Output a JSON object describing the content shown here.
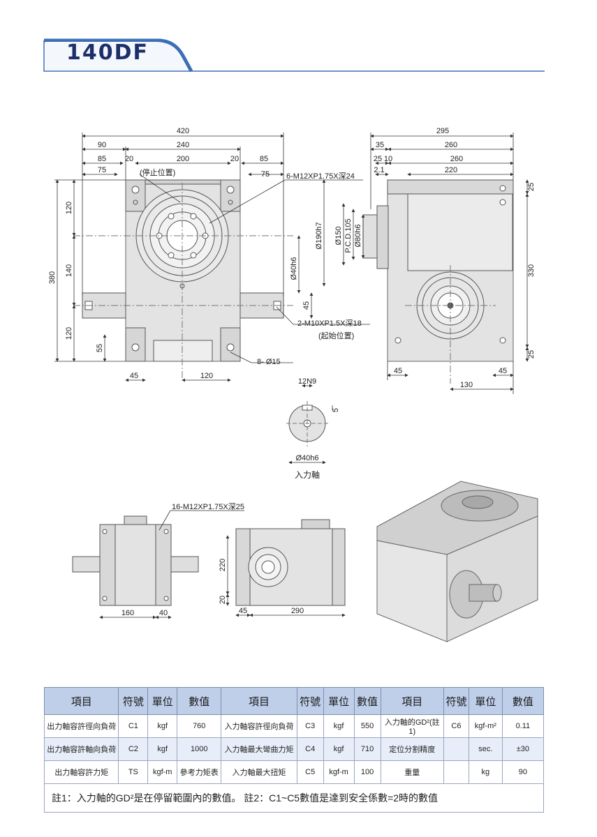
{
  "header": {
    "model": "140DF"
  },
  "drawing": {
    "front": {
      "dims_top": [
        "420",
        "90",
        "240",
        "85",
        "20",
        "200",
        "20",
        "85",
        "75",
        "75"
      ],
      "stop_position": "(停止位置)",
      "tap_top": "6-M12XP1.75X深24",
      "dims_left": [
        "380",
        "120",
        "140",
        "120",
        "55"
      ],
      "shaft_dia": "Ø40h6",
      "dim_45_v": "45",
      "tap_side": "2-M10XP1.5X深18",
      "start_position": "(起始位置)",
      "holes": "8- Ø15",
      "dims_bottom": [
        "45",
        "120"
      ]
    },
    "side": {
      "dims_top": [
        "295",
        "35",
        "260",
        "25",
        "10",
        "260",
        "2.1",
        "220"
      ],
      "dims_left": [
        "Ø190h7",
        "Ø150",
        "P.C.D.105",
        "Ø80h6"
      ],
      "dims_right": [
        "25",
        "330",
        "25"
      ],
      "dims_bottom": [
        "45",
        "45",
        "130"
      ]
    },
    "input_shaft": {
      "key": "12N9",
      "key_depth": "5",
      "dia": "Ø40h6",
      "caption": "入力軸"
    },
    "bottom_view": {
      "tap": "16-M12XP1.75X深25",
      "dims": [
        "160",
        "40"
      ]
    },
    "rear_view": {
      "dims": [
        "220",
        "20",
        "45",
        "290"
      ]
    }
  },
  "spec_table": {
    "headers": [
      "項目",
      "符號",
      "單位",
      "數值",
      "項目",
      "符號",
      "單位",
      "數值",
      "項目",
      "符號",
      "單位",
      "數值"
    ],
    "rows": [
      [
        "出力軸容許徑向負荷",
        "C1",
        "kgf",
        "760",
        "入力軸容許徑向負荷",
        "C3",
        "kgf",
        "550",
        "入力軸的GD²(註1)",
        "C6",
        "kgf-m²",
        "0.11"
      ],
      [
        "出力軸容許軸向負荷",
        "C2",
        "kgf",
        "1000",
        "入力軸最大彎曲力矩",
        "C4",
        "kgf",
        "710",
        "定位分割精度",
        "",
        "sec.",
        "±30"
      ],
      [
        "出力軸容許力矩",
        "TS",
        "kgf-m",
        "參考力矩表",
        "入力軸最大扭矩",
        "C5",
        "kgf-m",
        "100",
        "重量",
        "",
        "kg",
        "90"
      ]
    ],
    "note": "註1：入力軸的GD²是在停留範圍內的數值。 註2：C1~C5數值是達到安全係數=2時的數值"
  }
}
